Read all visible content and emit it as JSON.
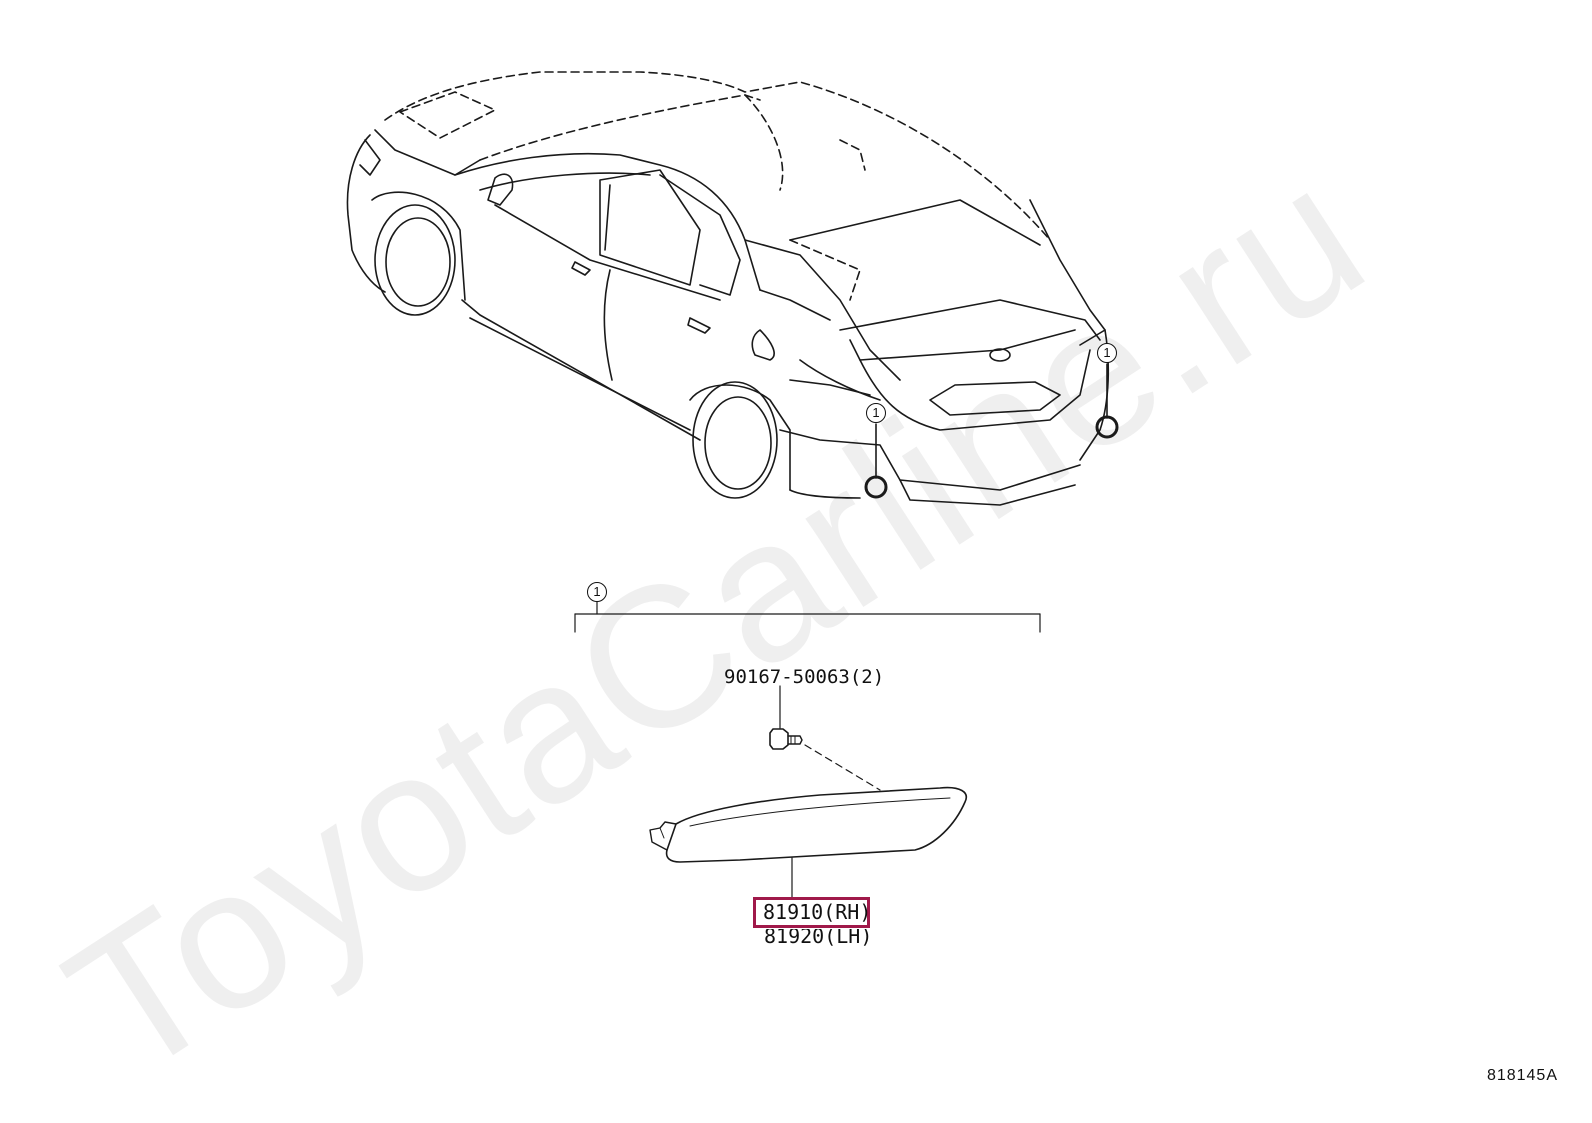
{
  "watermark": "ToyotaCarline.ru",
  "callouts": {
    "group_marker": "1",
    "rear_right_marker": "1",
    "rear_left_marker": "1"
  },
  "parts": {
    "bolt": "90167-50063(2)",
    "reflector_rh": "81910(RH)",
    "reflector_lh": "81920(LH)"
  },
  "highlight_color": "#a0194a",
  "diagram_id": "818145A"
}
